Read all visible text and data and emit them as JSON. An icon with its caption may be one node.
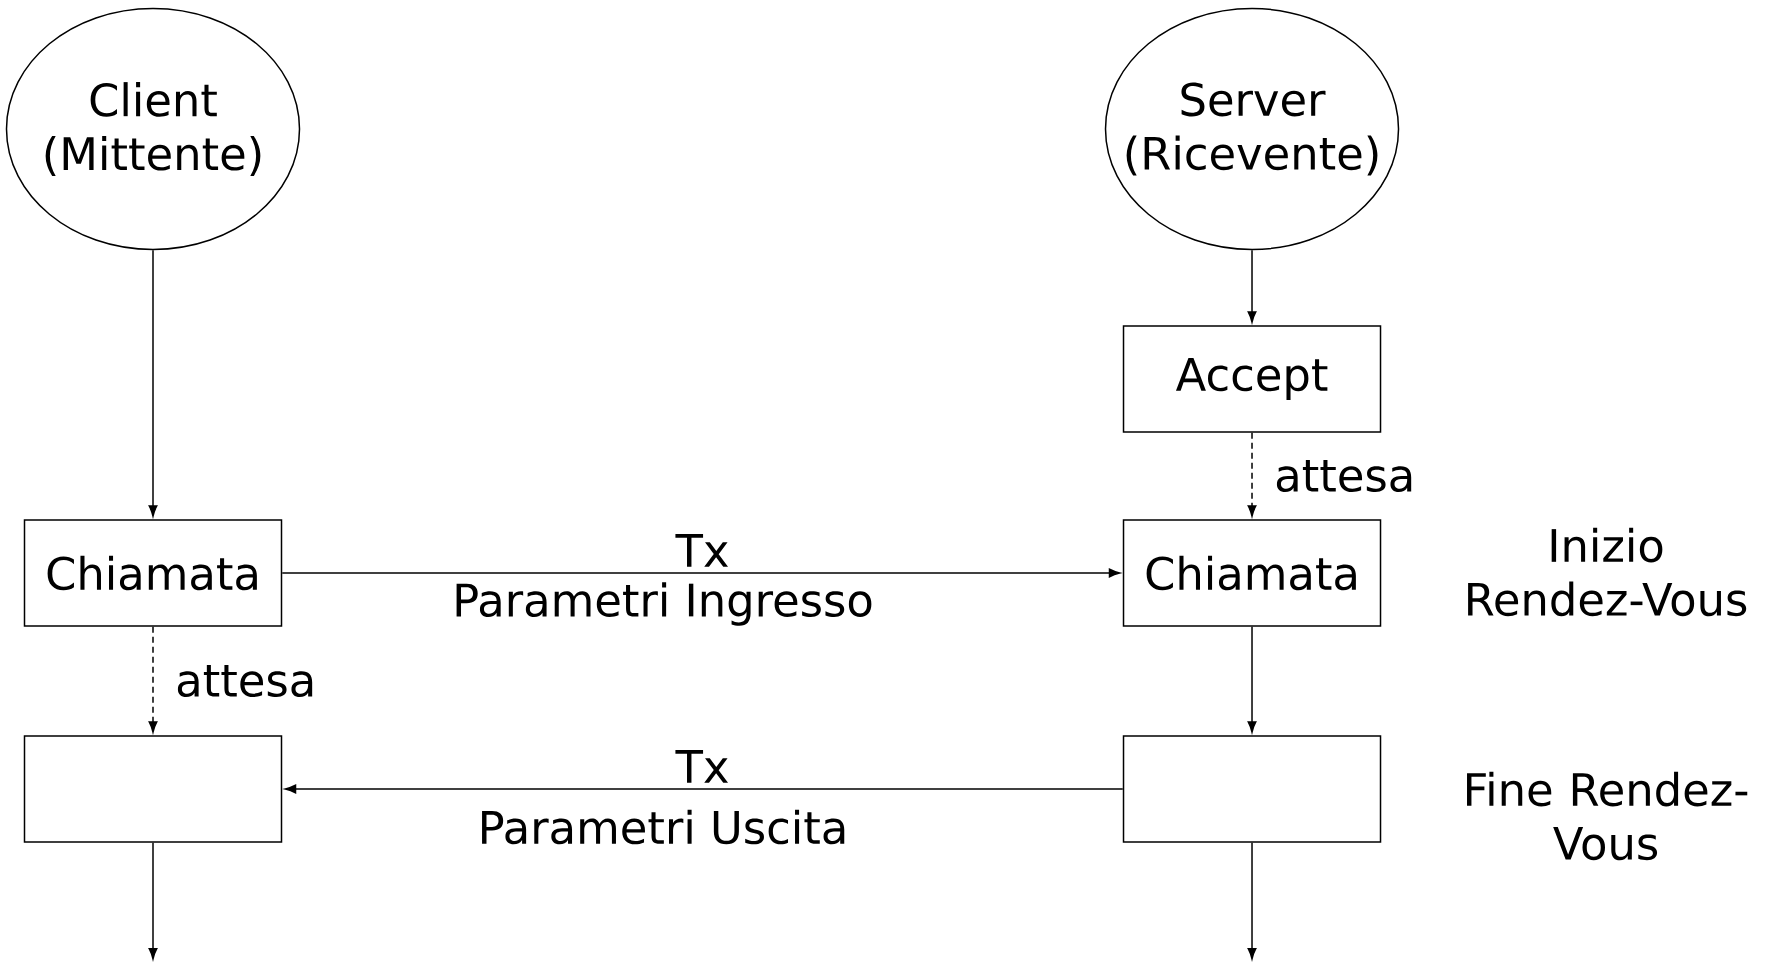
{
  "diagram": {
    "nodes": [
      {
        "text": [
          "Client (Mittente)"
        ]
      },
      {
        "text": [
          "Server (Ricevente)"
        ]
      },
      {
        "text": [
          "Accept"
        ]
      },
      {
        "text": [
          "Chiamata"
        ]
      },
      {
        "text": [
          "Chiamata"
        ]
      },
      {
        "text": [],
        "shape": "box"
      },
      {
        "text": [],
        "shape": "box"
      }
    ],
    "edges": [
      {
        "from": 0,
        "to": 3,
        "arrow": "to"
      },
      {
        "from": 1,
        "to": 2,
        "arrow": "to"
      },
      {
        "from": 2,
        "to": 4,
        "arrow": "to",
        "style": "dashed",
        "label": "attesa"
      },
      {
        "from": 3,
        "to": 4,
        "arrow": "to",
        "label": "Tx"
      },
      {
        "from": 3,
        "to": 5,
        "arrow": "to",
        "style": "dashed",
        "label": "attesa"
      },
      {
        "from": 4,
        "to": 6,
        "arrow": "to"
      },
      {
        "from": 6,
        "to": 5,
        "arrow": "to",
        "label": "Tx"
      },
      {
        "from": 5,
        "to": null,
        "arrow": "to"
      },
      {
        "from": 6,
        "to": null,
        "arrow": "to"
      }
    ],
    "labels": [
      "Parametri Ingresso",
      "Inizio Rendez-Vous",
      "Parametri Uscita",
      "Fine Rendez-Vous"
    ]
  }
}
